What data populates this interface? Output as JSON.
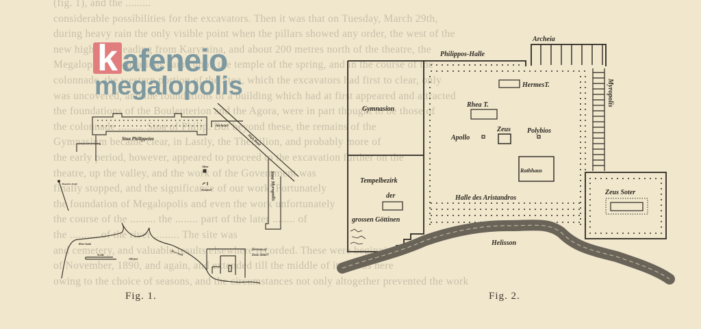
{
  "body_text": [
    "(fig. 1), and the ......... ",
    "considerable possibilities for the excavators.  Then it was that on Tuesday, March 29th,",
    "during heavy rain the only visible point when the pillars showed any order, the west of the",
    "new high road leading from Karytaina, and about 200 metres north of the theatre, the",
    "Megalopolis excavations came upon the temple of the spring, and in the course of the",
    "colonnade, the western portion of the Stoa, which the excavators had first to clear, only",
    "was uncovered, and the foundations of a building which had at first appeared and attracted",
    "the foundations of the Bouleuterion and the Agora, were in part thought to be those of",
    "the colonnade ......... Stoa of Philip.  But beyond these, the remains of the",
    "Gymnasium became clear, in Lastly, the Thersilion, and probably more of",
    "the early period, however, appeared to proceed to the excavation further on the",
    "theatre, up the valley, and the work of the Government was",
    "finally stopped, and the significance of our work.  Fortunately",
    "the foundation of Megalopolis and even the work unfortunately",
    "the course of the ......... the ........ part of the later ........ of",
    "the .......... of the river  ......... The site was",
    "and cemetery, and valuable results elsewhere recorded.  These were beginning",
    "of November, 1890, and again, and extended till the middle of it.  It was here",
    "owing to the choice of seasons, and the circumstances not only altogether prevented the work"
  ],
  "logo": {
    "initial": "k",
    "word1_rest": "afeneio",
    "word2": "megalopolis",
    "accent_color": "#e27d7e",
    "text_color": "#7c98a0"
  },
  "figure1": {
    "caption": "Fig. 1.",
    "labels": {
      "stoa_philippeios": "Stoa Philippeios",
      "archeia": "Archeia?",
      "road": "High Road",
      "stoa_myropolis": "Stoa Myropolis",
      "altar": "Altar",
      "exedra": "Exedra?",
      "magnetic_north": "Magnetic North",
      "river_bank_1": "River bank",
      "river_bank_2": "River bank",
      "scale": "Scale",
      "scale_unit": "100 feet",
      "heroon": "Heroon of",
      "heroon2": "Zeus Soter?"
    }
  },
  "figure2": {
    "caption": "Fig. 2.",
    "labels": {
      "archeia": "Archeia",
      "philippos_halle": "Philippos-Halle",
      "myropolis": "Myropolis",
      "hermes": "HermesT.",
      "gymnasion": "Gymnasion",
      "rhea": "Rhea T.",
      "zeus": "Zeus",
      "apollo": "Apollo",
      "polybios": "Polybios",
      "rathhaus": "Rathhaus",
      "tempelbezirk": "Tempelbezirk",
      "der": "der",
      "grossen": "grossen Göttinen",
      "halle_aristandros": "Halle des Aristandros",
      "zeus_soter": "Zeus Soter",
      "helisson": "Helisson"
    }
  }
}
